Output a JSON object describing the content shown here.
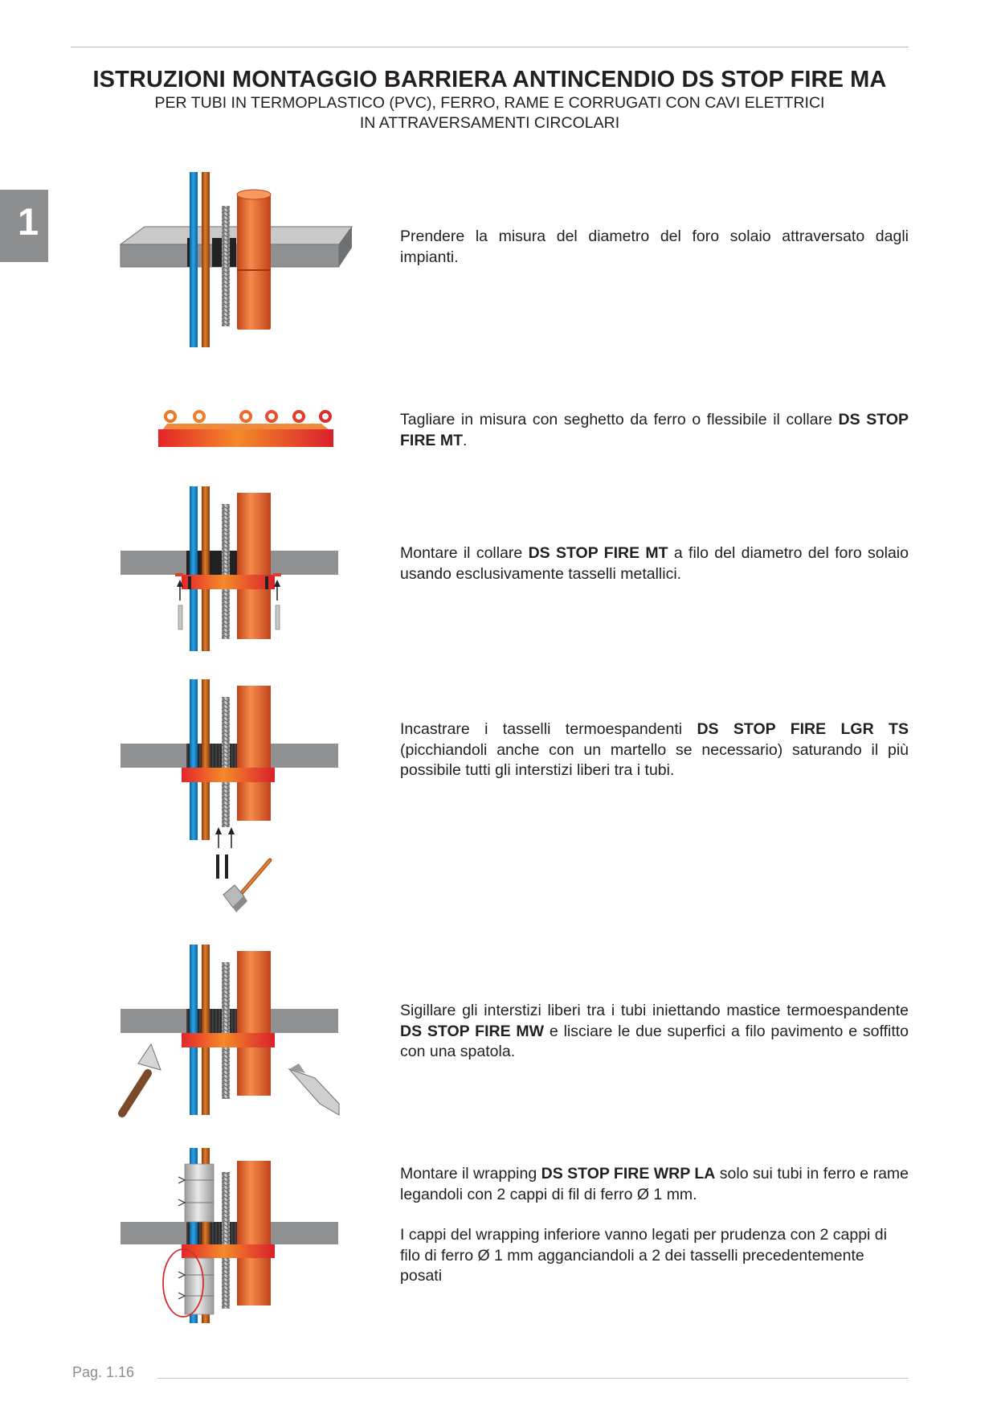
{
  "header": {
    "title": "ISTRUZIONI MONTAGGIO BARRIERA ANTINCENDIO DS STOP FIRE MA",
    "subtitle_line1": "PER TUBI IN TERMOPLASTICO (PVC), FERRO, RAME E CORRUGATI CON CAVI ELETTRICI",
    "subtitle_line2": "IN ATTRAVERSAMENTI CIRCOLARI"
  },
  "chapter_tab": "1",
  "steps": [
    {
      "segments": [
        {
          "text": "Prendere la misura del diametro del foro solaio attraversato dagli impianti.",
          "bold": false
        }
      ]
    },
    {
      "segments": [
        {
          "text": "Tagliare in misura con seghetto da ferro o flessibile il collare ",
          "bold": false
        },
        {
          "text": "DS STOP FIRE MT",
          "bold": true
        },
        {
          "text": ".",
          "bold": false
        }
      ]
    },
    {
      "segments": [
        {
          "text": "Montare il collare ",
          "bold": false
        },
        {
          "text": "DS STOP FIRE MT",
          "bold": true
        },
        {
          "text": " a filo del diametro del foro solaio usando esclusivamente tasselli metallici.",
          "bold": false
        }
      ]
    },
    {
      "segments": [
        {
          "text": "Incastrare i tasselli termoespandenti ",
          "bold": false
        },
        {
          "text": "DS STOP FIRE LGR TS",
          "bold": true
        },
        {
          "text": " (picchiandoli anche con un martello se necessario) saturando il più possibile tutti gli interstizi liberi tra i tubi.",
          "bold": false
        }
      ]
    },
    {
      "segments": [
        {
          "text": "Sigillare gli interstizi liberi tra i tubi iniettando mastice termoespandente ",
          "bold": false
        },
        {
          "text": "DS STOP FIRE MW",
          "bold": true
        },
        {
          "text": " e lisciare le due superfici a filo pavimento e soffitto con una spatola.",
          "bold": false
        }
      ]
    },
    {
      "segments": [
        {
          "text": "Montare il wrapping ",
          "bold": false
        },
        {
          "text": "DS STOP FIRE WRP LA",
          "bold": true
        },
        {
          "text": " solo sui tubi in ferro e rame legandoli con 2 cappi di fil di ferro Ø 1 mm.",
          "bold": false
        }
      ],
      "note": "I cappi del wrapping inferiore vanno legati per prudenza con 2 cappi di filo di ferro Ø 1 mm agganciandoli a 2 dei tasselli precedentemente posati"
    }
  ],
  "footer": {
    "page": "Pag. 1.16"
  },
  "colors": {
    "blue_tube": "#1c8fd2",
    "copper_tube": "#cf6a1c",
    "pvc_tube": "#ef6a27",
    "collar_red": "#e23c2b",
    "slab_gray": "#8f9092",
    "tab_gray": "#8d8e90",
    "rule_gray": "#b8b8b8",
    "highlight_circle": "#d52b2b"
  }
}
